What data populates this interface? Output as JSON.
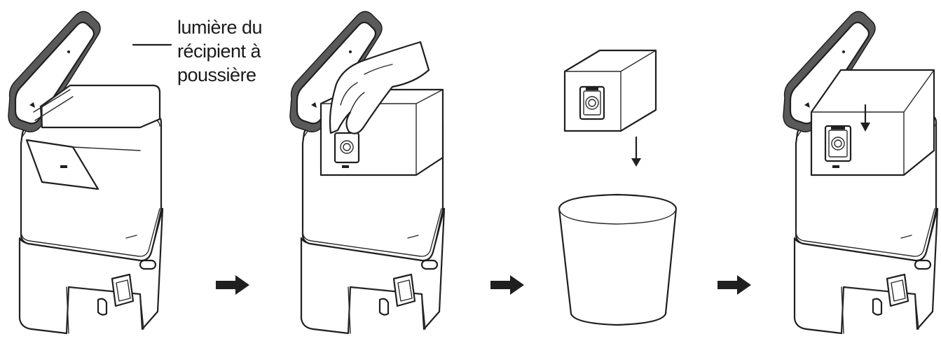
{
  "callout": {
    "lines": [
      "lumière du",
      "récipient à",
      "poussière"
    ]
  },
  "steps": [
    {
      "id": "station-lid-open"
    },
    {
      "id": "remove-dust-bag"
    },
    {
      "id": "dispose-bag"
    },
    {
      "id": "insert-new-bag"
    }
  ],
  "colors": {
    "line": "#1f1f1f",
    "lid_rim": "#5a5a5a",
    "background": "#ffffff"
  }
}
